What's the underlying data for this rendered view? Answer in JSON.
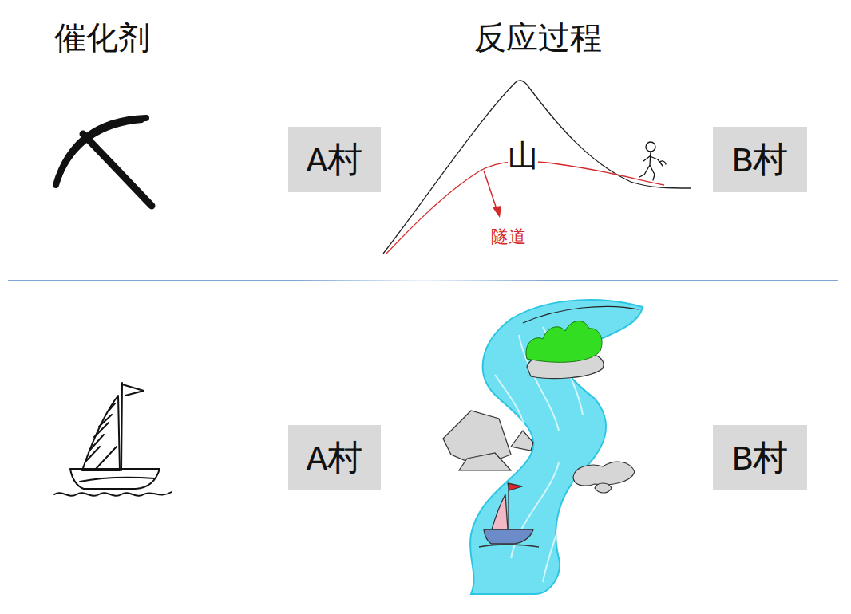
{
  "diagram": {
    "nodes": [
      {
        "text": [
          "A村"
        ]
      },
      {
        "text": [
          "B村"
        ]
      },
      {
        "text": [
          "A村"
        ]
      },
      {
        "text": [
          "B村"
        ]
      }
    ],
    "labels": [
      "催化剂",
      "反应过程",
      "山",
      "隧道"
    ]
  }
}
